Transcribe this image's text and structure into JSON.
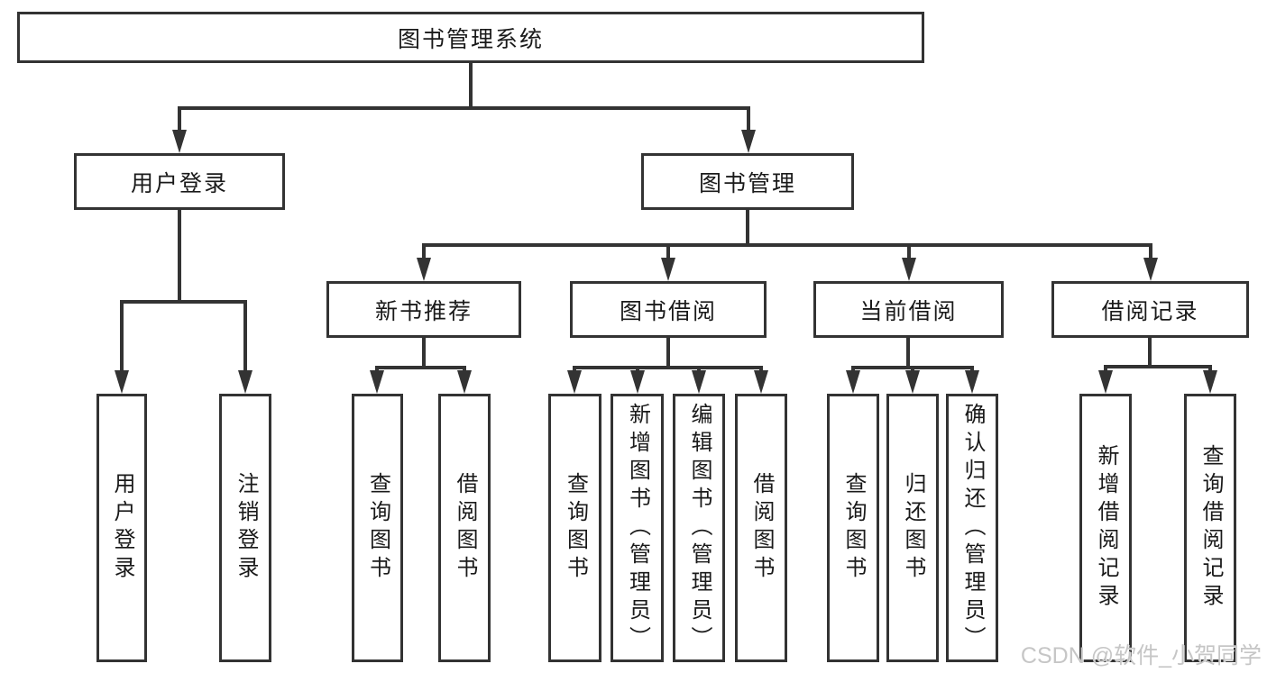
{
  "nodes": {
    "root": "图书管理系统",
    "user_login": "用户登录",
    "book_management": "图书管理",
    "new_book_recommend": "新书推荐",
    "book_borrowing": "图书借阅",
    "current_borrowing": "当前借阅",
    "borrowing_records": "借阅记录",
    "leaf_user_login": "用户登录",
    "leaf_logout": "注销登录",
    "leaf_query_books_recommend": "查询图书",
    "leaf_borrow_books_recommend": "借阅图书",
    "leaf_query_books_borrowing": "查询图书",
    "leaf_add_books_admin": "新增图书（管理员）",
    "leaf_edit_books_admin": "编辑图书（管理员）",
    "leaf_borrow_books_borrowing": "借阅图书",
    "leaf_query_books_current": "查询图书",
    "leaf_return_books": "归还图书",
    "leaf_confirm_return_admin": "确认归还（管理员）",
    "leaf_add_borrow_record": "新增借阅记录",
    "leaf_query_borrow_record": "查询借阅记录"
  },
  "edges": [
    {
      "from": "图书管理系统",
      "to": [
        "用户登录",
        "图书管理"
      ]
    },
    {
      "from": "用户登录",
      "to": [
        "用户登录",
        "注销登录"
      ]
    },
    {
      "from": "图书管理",
      "to": [
        "新书推荐",
        "图书借阅",
        "当前借阅",
        "借阅记录"
      ]
    },
    {
      "from": "新书推荐",
      "to": [
        "查询图书",
        "借阅图书"
      ]
    },
    {
      "from": "图书借阅",
      "to": [
        "查询图书",
        "新增图书（管理员）",
        "编辑图书（管理员）",
        "借阅图书"
      ]
    },
    {
      "from": "当前借阅",
      "to": [
        "查询图书",
        "归还图书",
        "确认归还（管理员）"
      ]
    },
    {
      "from": "借阅记录",
      "to": [
        "新增借阅记录",
        "查询借阅记录"
      ]
    }
  ],
  "watermark": "CSDN @软件_小贺同学",
  "colors": {
    "line": "#333333",
    "box_border": "#333333",
    "text": "#1a1a1a",
    "background": "#ffffff",
    "watermark": "#c6c6c6"
  }
}
